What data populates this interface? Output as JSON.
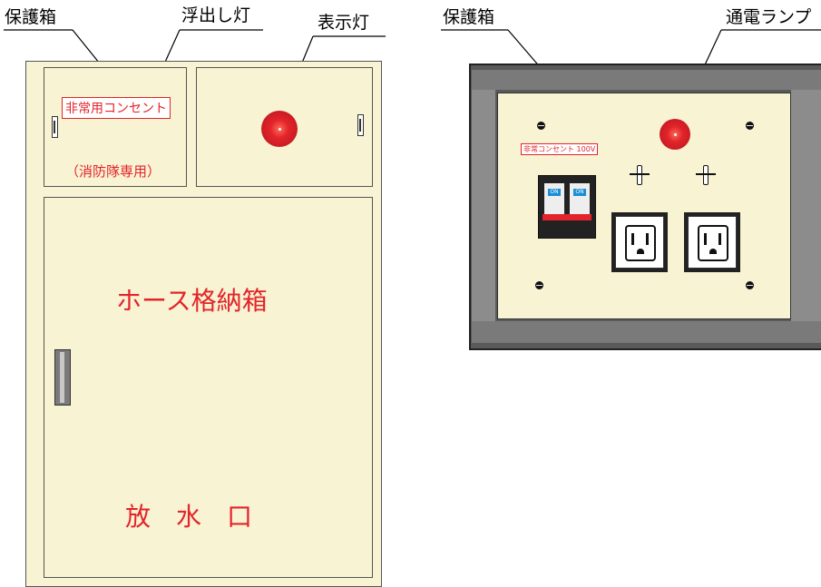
{
  "left_unit": {
    "callouts": {
      "protective_box": "保護箱",
      "floating_light": "浮出し灯",
      "indicator_light": "表示灯"
    },
    "outlet_label": "非常用コンセント",
    "fire_dept_note": "（消防隊専用）",
    "hose_box": "ホース格納箱",
    "water_outlet": "放　水　口"
  },
  "right_unit": {
    "callouts": {
      "protective_box": "保護箱",
      "power_lamp": "通電ランプ"
    },
    "panel_label": "非常コンセント 100V",
    "breaker_marks": [
      "ON",
      "ON"
    ]
  },
  "colors": {
    "cabinet_fill": "#f8f3d3",
    "lamp_red": "#e3242b",
    "label_red": "#e3242b",
    "frame_gray": "#5a5a5a"
  }
}
